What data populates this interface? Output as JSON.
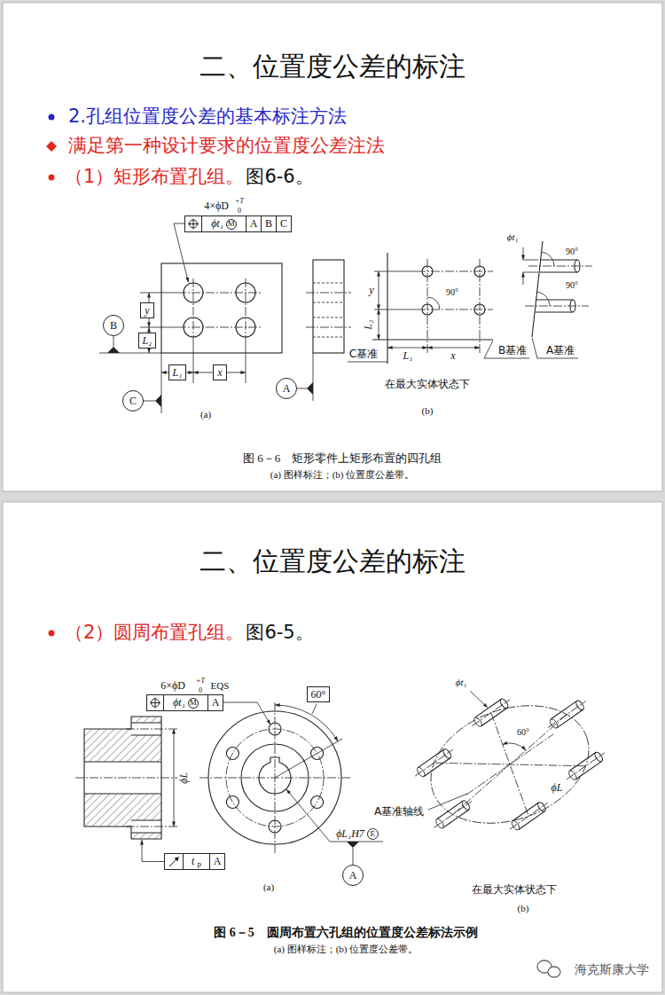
{
  "diagram": {
    "title": "二、位置度公差的标注",
    "nodes": [
      {
        "text": [
          "ϕt₁",
          "M",
          "A",
          "B",
          "C"
        ]
      },
      {
        "text": [
          "B"
        ]
      },
      {
        "text": [
          "y"
        ]
      },
      {
        "text": [
          "L₂"
        ]
      },
      {
        "text": [
          "L₁"
        ]
      },
      {
        "text": [
          "x"
        ]
      },
      {
        "text": [
          "C"
        ]
      },
      {
        "text": [
          "A"
        ]
      },
      {
        "text": [
          "ϕt₁",
          "M",
          "A"
        ]
      },
      {
        "text": [
          "60°"
        ]
      },
      {
        "text": [
          "t",
          "p",
          "A"
        ]
      },
      {
        "text": [
          "A"
        ]
      }
    ],
    "labels": [
      "2.孔组位置度公差的基本标注方法",
      "满足第一种设计要求的位置度公差注法",
      "（1）矩形布置孔组。",
      "图6-6。",
      "4×ϕD",
      "+T",
      "0",
      "(a)",
      "ϕt₁",
      "90°",
      "90°",
      "90°",
      "y",
      "L₂",
      "L₁",
      "x",
      "C基准",
      "B基准",
      "A基准",
      "在最大实体状态下",
      "(b)",
      "图 6－6　矩形零件上矩形布置的四孔组",
      "(a) 图样标注；(b) 位置度公差带。",
      "二、位置度公差的标注",
      "（2）圆周布置孔组。",
      "图6-5。",
      "6×ϕD",
      "+T",
      "0",
      "EQS",
      "ϕL",
      "ϕL₁H7",
      "E",
      "(a)",
      "ϕt₁",
      "60°",
      "ϕL",
      "A基准轴线",
      "在最大实体状态下",
      "(b)",
      "图 6－5　圆周布置六孔组的位置度公差标法示例",
      "(a) 图样标注；(b) 位置度公差带。",
      "海克斯康大学"
    ]
  }
}
